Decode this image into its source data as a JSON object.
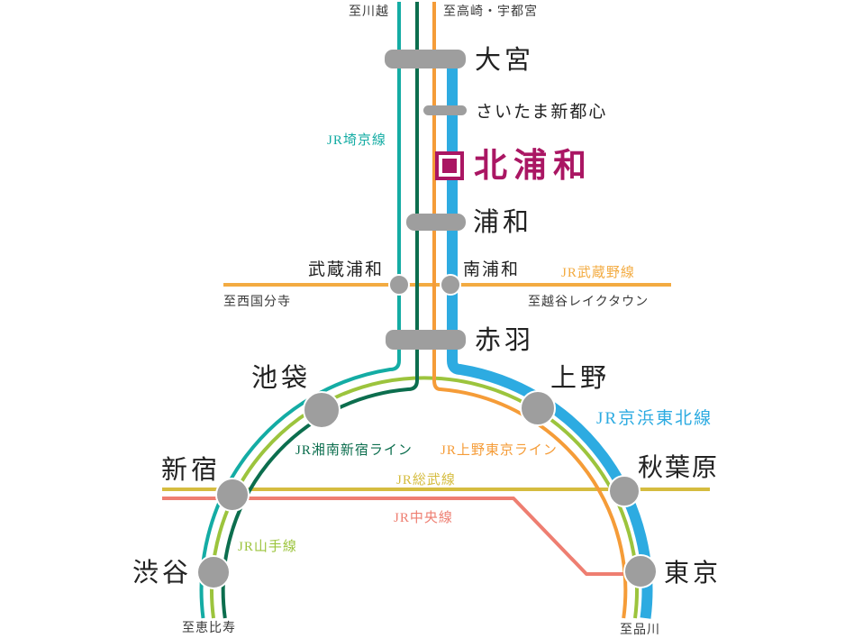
{
  "theme": {
    "background": "#ffffff",
    "station_gray": "#9e9e9e",
    "accent_magenta": "#aa1663",
    "text_black": "#222222"
  },
  "lines": {
    "saikyo": {
      "label": "JR埼京線",
      "color": "#14aca4"
    },
    "shonan_shinjuku": {
      "label": "JR湘南新宿ライン",
      "color": "#0c6e4e"
    },
    "ueno_tokyo": {
      "label": "JR上野東京ライン",
      "color": "#f59c38"
    },
    "keihin_tohoku": {
      "label": "JR京浜東北線",
      "color": "#2dabe1"
    },
    "musashino": {
      "label": "JR武蔵野線",
      "color": "#f3ab41"
    },
    "sobu": {
      "label": "JR総武線",
      "color": "#d5bc3f"
    },
    "chuo": {
      "label": "JR中央線",
      "color": "#ee7e71"
    },
    "yamanote": {
      "label": "JR山手線",
      "color": "#9cc43d"
    }
  },
  "stations": {
    "omiya": "大宮",
    "saitama_shintoshin": "さいたま新都心",
    "kita_urawa": "北浦和",
    "urawa": "浦和",
    "musashi_urawa": "武蔵浦和",
    "minami_urawa": "南浦和",
    "akabane": "赤羽",
    "ikebukuro": "池袋",
    "ueno": "上野",
    "shinjuku": "新宿",
    "akihabara": "秋葉原",
    "shibuya": "渋谷",
    "tokyo": "東京"
  },
  "destinations": {
    "kawagoe": "至川越",
    "takasaki_utsunomiya": "至高崎・宇都宮",
    "nishi_kokubunji": "至西国分寺",
    "koshigaya_laketown": "至越谷レイクタウン",
    "ebisu": "至恵比寿",
    "shinagawa": "至品川"
  }
}
